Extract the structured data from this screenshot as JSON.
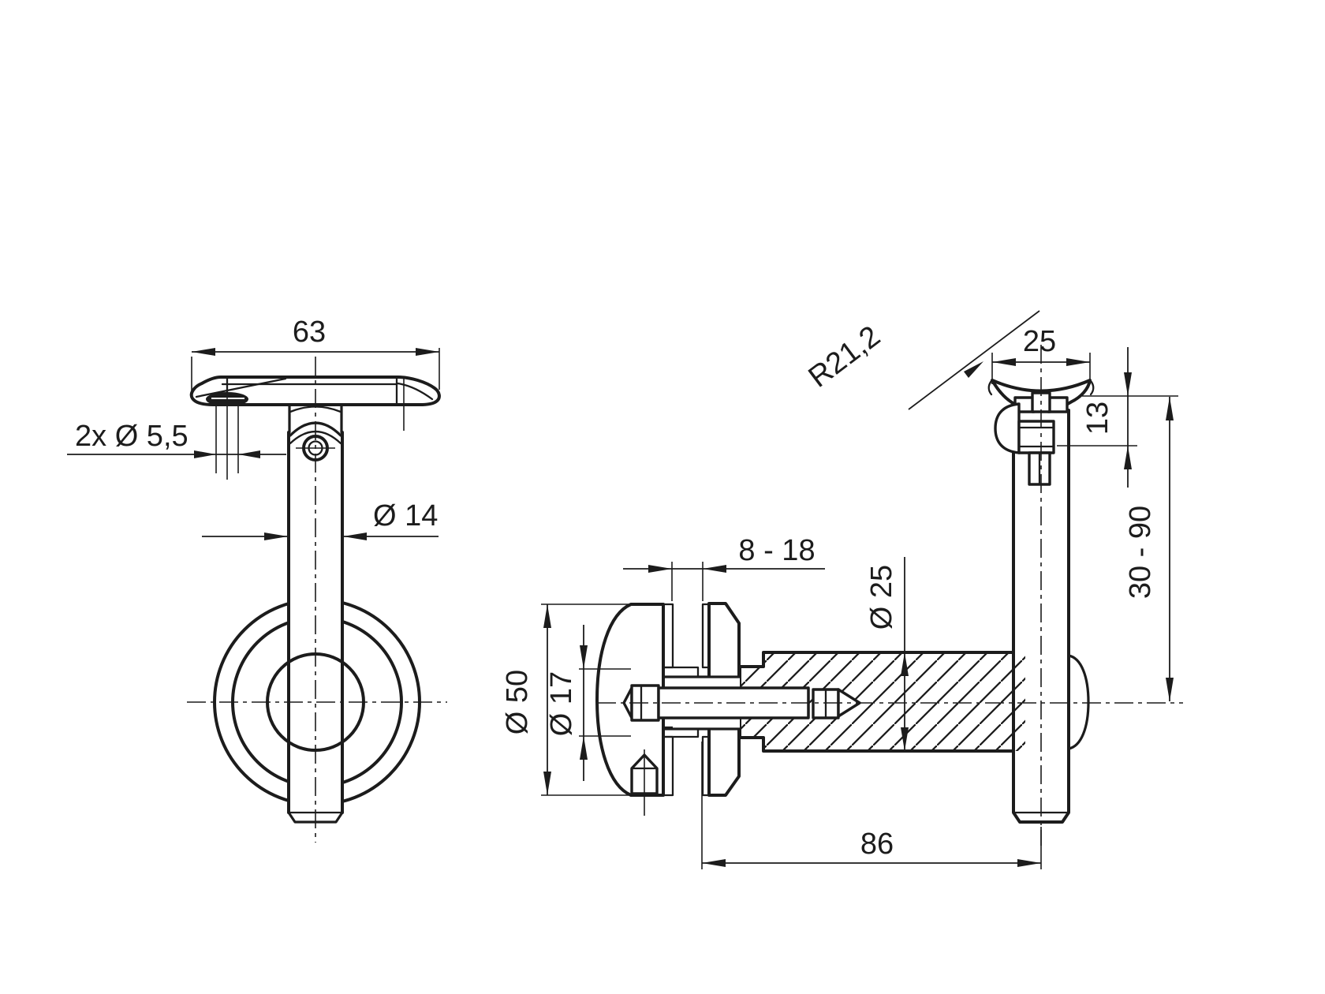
{
  "drawing": {
    "kind": "technical-drawing",
    "background": "#ffffff",
    "line_color": "#1c1c1c"
  },
  "dimensions": {
    "saddle_width": {
      "label": "63"
    },
    "screw_holes": {
      "label": "2x Ø 5,5"
    },
    "stem_diameter": {
      "label": "Ø 14"
    },
    "glass_thickness": {
      "label": "8 - 18"
    },
    "disc_diameter": {
      "label": "Ø 50"
    },
    "hole_diameter": {
      "label": "Ø 17"
    },
    "arm_diameter": {
      "label": "Ø 25"
    },
    "arm_length": {
      "label": "86"
    },
    "saddle_depth": {
      "label": "25"
    },
    "saddle_radius": {
      "label": "R21,2"
    },
    "clamp_offset": {
      "label": "13"
    },
    "height_range": {
      "label": "30 - 90"
    }
  }
}
